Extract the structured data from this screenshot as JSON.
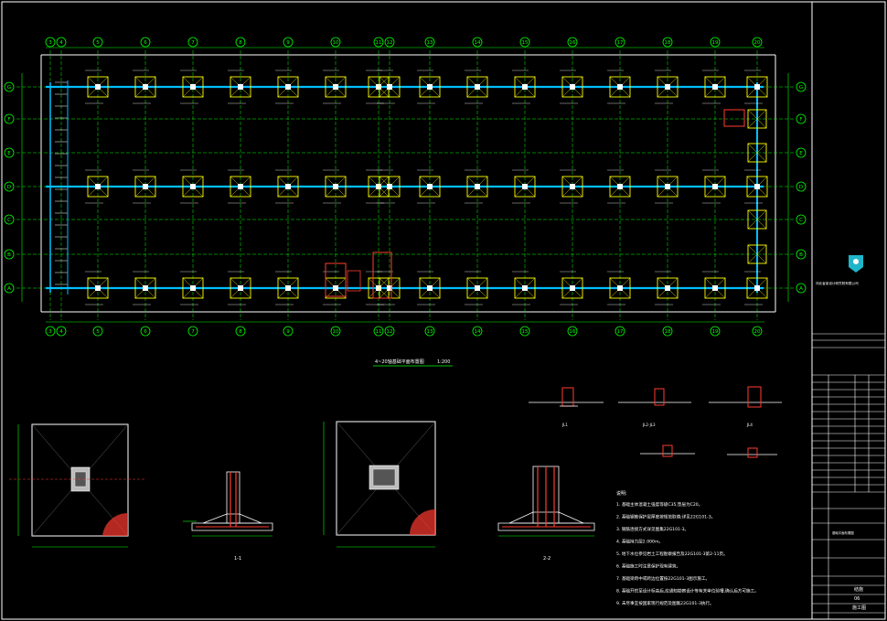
{
  "drawing": {
    "background": "#000000",
    "colors": {
      "grid": "#00ff00",
      "frame": "#ffffff",
      "beam": "#00bfff",
      "footing": "#ffff00",
      "accent": "#ff3b30",
      "dim": "#00ff00"
    },
    "grid_labels_x": [
      "3",
      "4",
      "5",
      "6",
      "7",
      "8",
      "9",
      "10",
      "11",
      "12",
      "13",
      "14",
      "15",
      "16",
      "17",
      "18",
      "19",
      "20"
    ],
    "grid_labels_y": [
      "G",
      "F",
      "E",
      "D",
      "C",
      "B",
      "A"
    ],
    "plan_title": "4~20轴基础平面布置图",
    "plan_scale": "1:200",
    "detail_1_caption": "1-1",
    "detail_2_caption": "2-2",
    "detail_small_labels": [
      "JL1",
      "JL2-JL3",
      "JL4"
    ],
    "notes_title": "说明:",
    "notes": [
      "1. 基础主体混凝土强度等级C35,垫层为C20。",
      "2. 基础钢筋保护层厚度按规范取值;详见22G101-3。",
      "3. 钢筋连接方式详见图集22G101-3。",
      "4. 基础持力层2.000m。",
      "5. 地下水位参见岩土工程勘察报告及22G101-3第2-11页。",
      "6. 基础施工时注意保护现有建筑。",
      "7. 基础梁跨中或跨边位置按22G101-3图示施工。",
      "8. 基础开挖至设计标高后,应通知勘察设计等有关单位验槽,确认后方可施工。",
      "9. 未尽事宜按国家现行规范及图集22G101-3执行。"
    ],
    "title_block": {
      "company": "河北省某设计研究院有限公司",
      "sheet_name": "基础平面布置图",
      "sheet_label": "结施",
      "sheet_number": "06",
      "stage": "施工图"
    }
  }
}
